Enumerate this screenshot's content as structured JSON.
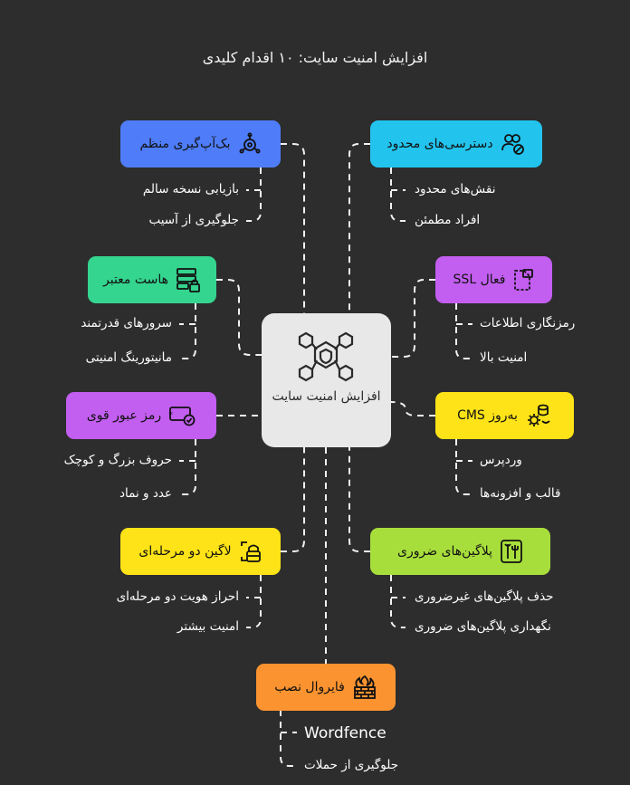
{
  "title": "افزایش امنیت سایت: ۱۰ اقدام کلیدی",
  "center": {
    "label": "افزایش امنیت سایت",
    "icon": "shield-network-icon"
  },
  "colors": {
    "background": "#2d2d2d",
    "center": "#e8e8e8",
    "blue": "#4f7dfa",
    "cyan": "#22c4ee",
    "green": "#34d58f",
    "purple": "#c25ef0",
    "yellow": "#fde317",
    "lime": "#a8de3c",
    "orange": "#fb9330"
  },
  "branches": [
    {
      "id": "backup",
      "label": "بک‌آپ‌گیری منظم",
      "icon": "backup-gear-icon",
      "color": "#4f7dfa",
      "items": [
        "بازیابی نسخه سالم",
        "جلوگیری از آسیب"
      ]
    },
    {
      "id": "access",
      "label": "دسترسی‌های محدود",
      "icon": "users-restricted-icon",
      "color": "#22c4ee",
      "items": [
        "نقش‌های محدود",
        "افراد مطمئن"
      ]
    },
    {
      "id": "host",
      "label": "هاست معتبر",
      "icon": "server-lock-icon",
      "color": "#34d58f",
      "items": [
        "سرورهای قدرتمند",
        "مانیتورینگ امنیتی"
      ]
    },
    {
      "id": "ssl",
      "label": "فعال SSL",
      "icon": "file-lock-icon",
      "color": "#c25ef0",
      "items": [
        "رمزنگاری اطلاعات",
        "امنیت بالا"
      ]
    },
    {
      "id": "password",
      "label": "رمز عبور قوی",
      "icon": "password-check-icon",
      "color": "#c25ef0",
      "items": [
        "حروف بزرگ و کوچک",
        "عدد و نماد"
      ]
    },
    {
      "id": "cms",
      "label": "به‌روز CMS",
      "icon": "cms-update-icon",
      "color": "#fde317",
      "items": [
        "وردپرس",
        "قالب و افزونه‌ها"
      ]
    },
    {
      "id": "twofa",
      "label": "لاگین دو مرحله‌ای",
      "icon": "two-factor-lock-icon",
      "color": "#fde317",
      "items": [
        "احراز هویت دو مرحله‌ای",
        "امنیت بیشتر"
      ]
    },
    {
      "id": "plugins",
      "label": "پلاگین‌های ضروری",
      "icon": "plugin-tools-icon",
      "color": "#a8de3c",
      "items": [
        "حذف پلاگین‌های غیرضروری",
        "نگهداری پلاگین‌های ضروری"
      ]
    },
    {
      "id": "firewall",
      "label": "فایروال نصب",
      "icon": "firewall-icon",
      "color": "#fb9330",
      "items": [
        "Wordfence",
        "جلوگیری از حملات"
      ]
    }
  ]
}
